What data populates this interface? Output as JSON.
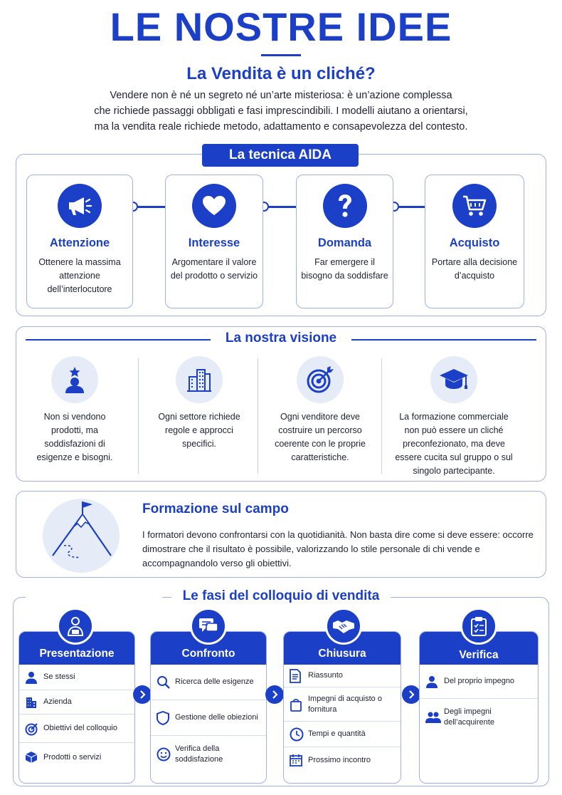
{
  "header": {
    "title": "LE NOSTRE IDEE",
    "subtitle": "La Vendita è un cliché?",
    "intro": [
      "Vendere non è né un segreto né un’arte misteriosa: è un’azione complessa",
      "che richiede passaggi obbligati e fasi imprescindibili. I modelli aiutano a orientarsi,",
      "ma la vendita reale richiede metodo, adattamento e consapevolezza del contesto."
    ]
  },
  "aida": {
    "tag": "La tecnica AIDA",
    "cards": [
      {
        "title": "Attenzione",
        "text": "Ottenere la massima attenzione dell’interlocutore",
        "icon": "megaphone-icon"
      },
      {
        "title": "Interesse",
        "text": "Argomentare il valore del prodotto o servizio",
        "icon": "heart-icon"
      },
      {
        "title": "Domanda",
        "text": "Far emergere il bisogno da soddisfare",
        "icon": "question-icon"
      },
      {
        "title": "Acquisto",
        "text": "Portare alla decisione d’acquisto",
        "icon": "cart-icon"
      }
    ]
  },
  "vision": {
    "title": "La nostra visione",
    "cols": [
      {
        "text": "Non si vendono prodotti, ma soddisfazioni di esigenze e bisogni.",
        "icon": "person-star-icon"
      },
      {
        "text": "Ogni settore richiede regole e approcci specifici.",
        "icon": "buildings-icon"
      },
      {
        "text": "Ogni venditore deve costruire un percorso coerente con le proprie caratteristiche.",
        "icon": "target-icon"
      },
      {
        "text": "La formazione commerciale non può essere un cliché preconfezionato, ma deve essere cucita sul gruppo o sul singolo partecipante.",
        "icon": "graduation-cap-icon"
      }
    ]
  },
  "field": {
    "title": "Formazione sul campo",
    "text": "I formatori devono confrontarsi con la quotidianità. Non basta dire come si deve essere: occorre dimostrare che il risultato è possibile, valorizzando lo stile personale di chi vende e accompagnandolo verso gli obiettivi.",
    "icon": "mountain-flag-icon"
  },
  "phases": {
    "title": "Le fasi del colloquio di vendita",
    "items": [
      {
        "title": "Presentazione",
        "icon": "presenter-icon",
        "entries": [
          "Se stessi",
          "Azienda",
          "Obiettivi del colloquio",
          "Prodotti o servizi"
        ]
      },
      {
        "title": "Confronto",
        "icon": "chat-icon",
        "entries": [
          "Ricerca delle esigenze",
          "Gestione delle obiezioni",
          "Verifica della soddisfazione"
        ]
      },
      {
        "title": "Chiusura",
        "icon": "handshake-icon",
        "entries": [
          "Riassunto",
          "Impegni di acquisto o fornitura",
          "Tempi e quantità",
          "Prossimo incontro"
        ]
      },
      {
        "title": "Verifica",
        "icon": "clipboard-check-icon",
        "entries": [
          "Del proprio impegno",
          "Degli impegni dell’acquirente"
        ]
      }
    ]
  },
  "colors": {
    "primary": "#1b3fc6",
    "light": "#e6ebf8",
    "border": "#9fb0e8"
  }
}
